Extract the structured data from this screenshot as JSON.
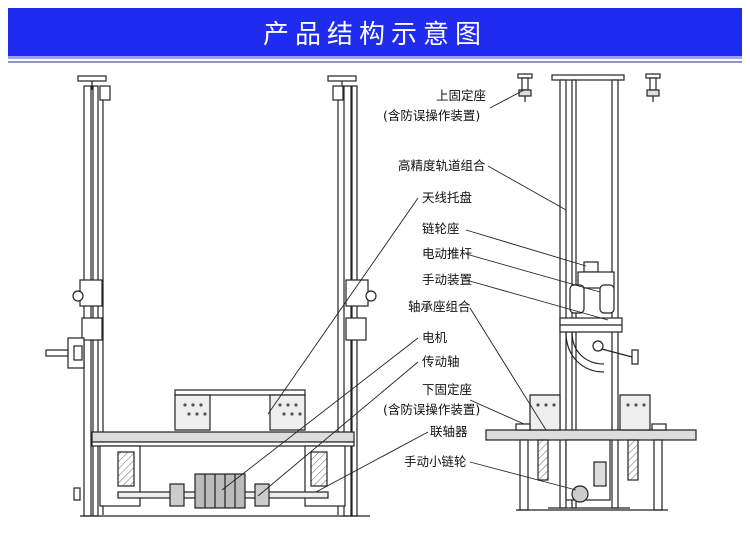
{
  "title": "产品结构示意图",
  "colors": {
    "banner": "#1f2cf0",
    "line": "#222222",
    "steel_light": "#dcdcdc",
    "steel_dark": "#9a9a9a"
  },
  "labels": {
    "upper_mount_1": "上固定座",
    "upper_mount_2": "(含防误操作装置)",
    "rail_assembly": "高精度轨道组合",
    "antenna_tray": "天线托盘",
    "sprocket_seat": "链轮座",
    "electric_pushrod": "电动推杆",
    "manual_device": "手动装置",
    "bearing_seat": "轴承座组合",
    "motor": "电机",
    "drive_shaft": "传动轴",
    "lower_mount_1": "下固定座",
    "lower_mount_2": "(含防误操作装置)",
    "coupling": "联轴器",
    "hand_sprocket": "手动小链轮"
  }
}
